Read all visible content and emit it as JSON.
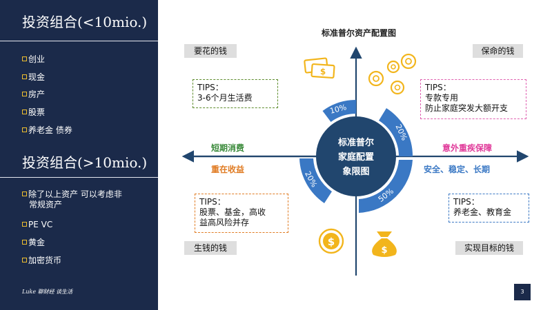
{
  "sidebar": {
    "title1": "投资组合(<10mio.)",
    "list1": [
      "创业",
      "现金",
      "房产",
      "股票",
      "养老金 债券"
    ],
    "title2": "投资组合(>10mio.)",
    "list2_first_line": "除了以上资产 可以考虑非",
    "list2_first_cont": "常规资产",
    "list2": [
      "PE VC",
      "黄金",
      "加密货币"
    ],
    "footer": "Luke 聊财经 谈生活"
  },
  "diagram": {
    "title": "标准普尔资产配置图",
    "center_lines": [
      "标准普尔",
      "家庭配置",
      "象限图"
    ],
    "corners": {
      "top_left": "要花的钱",
      "top_right": "保命的钱",
      "bottom_left": "生钱的钱",
      "bottom_right": "实现目标的钱"
    },
    "tips": {
      "top_left": [
        "TIPS：",
        "3-6个月生活费"
      ],
      "top_right": [
        "TIPS：",
        "专款专用",
        "防止家庭突发大额开支"
      ],
      "bottom_left": [
        "TIPS：",
        "股票、基金，高收",
        "益高风险并存"
      ],
      "bottom_right": [
        "TIPS：",
        "养老金、教育金"
      ]
    },
    "axis_labels": {
      "left_top": "短期消费",
      "left_bottom": "重在收益",
      "right_top": "意外重疾保障",
      "right_bottom": "安全、稳定、长期"
    },
    "segments": [
      {
        "label": "10%",
        "quadrant": "top_left"
      },
      {
        "label": "20%",
        "quadrant": "top_right"
      },
      {
        "label": "20%",
        "quadrant": "bottom_left"
      },
      {
        "label": "50%",
        "quadrant": "bottom_right"
      }
    ],
    "icons": [
      "banknotes-icon",
      "coins-icon",
      "dollar-coin-icon",
      "money-bag-icon"
    ],
    "colors": {
      "navy": "#1b2a4a",
      "ring_blue": "#3a78c4",
      "center_blue": "#21466e",
      "green": "#3a8a3a",
      "orange": "#e07b22",
      "pink": "#e03a9a",
      "icon_yellow": "#f2b51c"
    }
  },
  "page_number": "3"
}
